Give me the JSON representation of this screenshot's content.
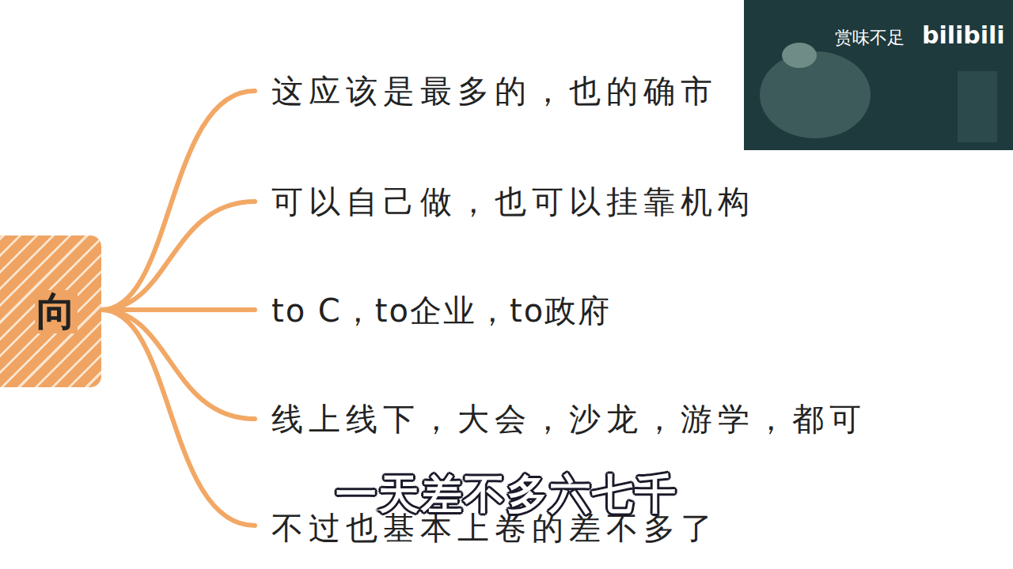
{
  "diagram": {
    "nodes": [
      {
        "text": [
          "向"
        ]
      }
    ],
    "labels": [
      "这应该是最多的，也的确市",
      "可以自己做，也可以挂靠机构",
      "to C，to企业，to政府",
      "线上线下，大会，沙龙，游学，都可",
      "不过也基本上卷的差不多了",
      "一天差不多六七千",
      "赏味不足",
      "bilibili"
    ]
  }
}
